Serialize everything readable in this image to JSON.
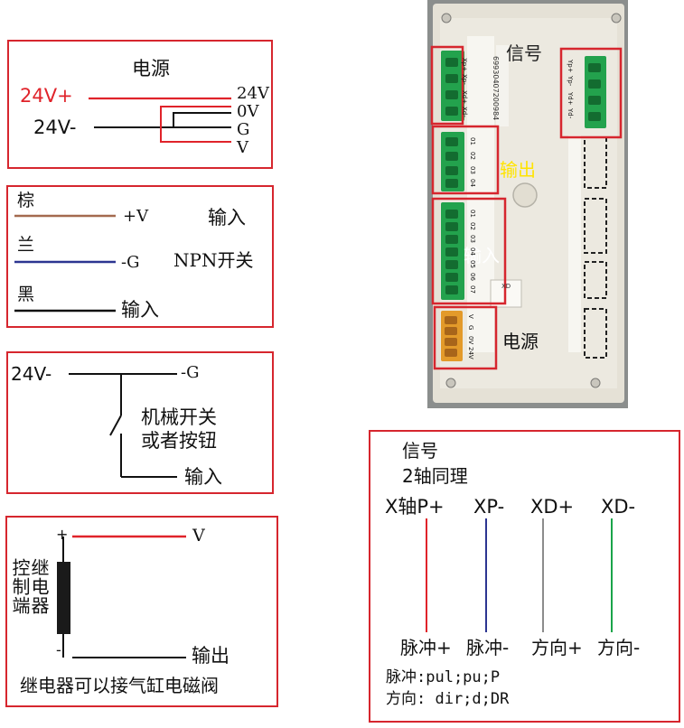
{
  "power_box": {
    "title": "电源",
    "left_pos": "24V+",
    "left_neg": "24V-",
    "right_labels": [
      "24V",
      "0V",
      "G",
      "V"
    ]
  },
  "npn_box": {
    "wire_brown": "棕",
    "wire_blue": "兰",
    "wire_black": "黑",
    "label_plus_v": "+V",
    "label_minus_g": "-G",
    "label_input_right": "输入",
    "label_npn": "NPN开关",
    "label_input_bottom": "输入"
  },
  "mech_box": {
    "left": "24V-",
    "right": "-G",
    "caption_line1": "机械开关",
    "caption_line2": "或者按钮",
    "input": "输入"
  },
  "relay_box": {
    "plus": "+",
    "minus": "-",
    "v": "V",
    "output": "输出",
    "vertical_col1": "控制端",
    "vertical_col2": "继电器",
    "caption": "继电器可以接气缸电磁阀"
  },
  "photo": {
    "label_signal": "信号",
    "label_output": "输出",
    "label_input": "输入",
    "label_power": "电源",
    "terminal_signal": [
      "Xp+",
      "Xp-",
      "Xd+",
      "Xd-"
    ],
    "terminal_signal_y": [
      "Yp+",
      "Yp-",
      "Yd+",
      "Yd-"
    ],
    "terminal_output": [
      "01",
      "02",
      "03",
      "04"
    ],
    "terminal_input": [
      "01",
      "02",
      "03",
      "04",
      "05",
      "06",
      "07"
    ],
    "terminal_power": [
      "V",
      "G",
      "0V",
      "24V"
    ],
    "sticker_text": "69930407200984",
    "sticker_text2": "XD"
  },
  "signal_box": {
    "title": "信号",
    "subtitle": "2轴同理",
    "labels": [
      "X轴P+",
      "XP-",
      "XD+",
      "XD-"
    ],
    "bottom": [
      "脉冲+",
      "脉冲-",
      "方向+",
      "方向-"
    ],
    "note1": "脉冲:pul;pu;P",
    "note2": "方向: dir;d;DR"
  },
  "colors": {
    "frame_red": "#d6262e",
    "wire_red": "#e0232a",
    "wire_brown": "#a46a4f",
    "wire_blue": "#2c3591",
    "wire_black": "#111111",
    "wire_gray": "#8c8c8c",
    "wire_green": "#1ba54a",
    "label_yellow": "#ffe400",
    "terminal_green": "#23a24d",
    "terminal_orange": "#e39a2a"
  }
}
